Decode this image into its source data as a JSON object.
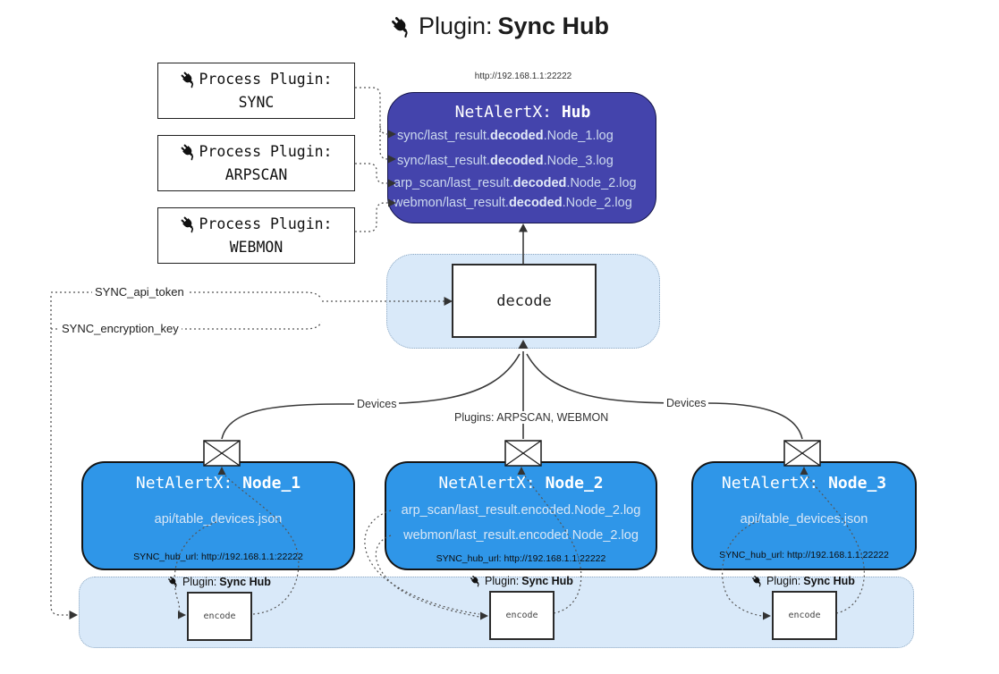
{
  "title": {
    "prefix": "Plugin: ",
    "name": "Sync Hub"
  },
  "process_plugins": [
    {
      "label": "Process Plugin:",
      "name": "SYNC"
    },
    {
      "label": "Process Plugin:",
      "name": "ARPSCAN"
    },
    {
      "label": "Process Plugin:",
      "name": "WEBMON"
    }
  ],
  "hub": {
    "url": "http://192.168.1.1:22222",
    "title_prefix": "NetAlertX: ",
    "title_name": "Hub",
    "logs": [
      {
        "pre": "sync/last_result.",
        "bold": "decoded",
        "post": ".Node_1.log"
      },
      {
        "pre": "sync/last_result.",
        "bold": "decoded",
        "post": ".Node_3.log"
      },
      {
        "pre": "arp_scan/last_result.",
        "bold": "decoded",
        "post": ".Node_2.log"
      },
      {
        "pre": "webmon/last_result.",
        "bold": "decoded",
        "post": ".Node_2.log"
      }
    ]
  },
  "decode_label": "decode",
  "keys": {
    "api_token": "SYNC_api_token",
    "encryption_key": "SYNC_encryption_key"
  },
  "edge_labels": {
    "devices_left": "Devices",
    "devices_right": "Devices",
    "plugins_center": "Plugins: ARPSCAN, WEBMON"
  },
  "nodes": [
    {
      "title_prefix": "NetAlertX: ",
      "title_name": "Node_1",
      "files": [
        "api/table_devices.json"
      ],
      "hub_url": "SYNC_hub_url: http://192.168.1.1:22222"
    },
    {
      "title_prefix": "NetAlertX: ",
      "title_name": "Node_2",
      "files": [
        "arp_scan/last_result.encoded.Node_2.log",
        "webmon/last_result.encoded.Node_2.log"
      ],
      "hub_url": "SYNC_hub_url: http://192.168.1.1:22222"
    },
    {
      "title_prefix": "NetAlertX: ",
      "title_name": "Node_3",
      "files": [
        "api/table_devices.json"
      ],
      "hub_url": "SYNC_hub_url: http://192.168.1.1:22222"
    }
  ],
  "encoder": {
    "plugin_prefix": "Plugin: ",
    "plugin_name": "Sync Hub",
    "box_label": "encode"
  },
  "colors": {
    "hub_fill": "#4444ac",
    "node_fill": "#2f96e8",
    "panel_fill": "#d9e9f9",
    "panel_border": "#8fa9c2",
    "line": "#3a3a3a",
    "hub_text": "#ffffff",
    "log_text": "#ccd9ee"
  }
}
